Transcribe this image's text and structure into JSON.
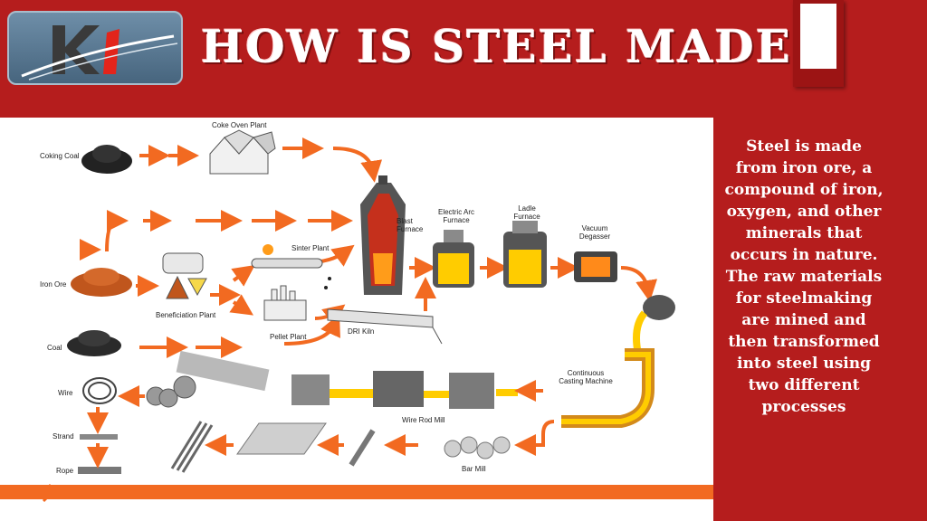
{
  "header": {
    "title": "HOW IS STEEL MADE"
  },
  "logo": {
    "text": "KI"
  },
  "description": "Steel is made from iron ore, a compound of iron, oxygen, and other minerals that occurs in nature. The raw materials for steelmaking are mined and then transformed into steel using two different processes",
  "diagram": {
    "labels": {
      "coking_coal": "Coking Coal",
      "coke_oven": "Coke Oven Plant",
      "iron_ore": "Iron Ore",
      "coal": "Coal",
      "beneficiation": "Beneficiation Plant",
      "sinter": "Sinter Plant",
      "pellet": "Pellet Plant",
      "dri_kiln": "DRI Kiln",
      "blast_furnace": "Blast Furnace",
      "electric_arc": "Electric Arc Furnace",
      "ladle": "Ladle Furnace",
      "vacuum": "Vacuum Degasser",
      "continuous_casting": "Continuous Casting Machine",
      "wire_rod_mill": "Wire Rod Mill",
      "bar_mill": "Bar Mill",
      "wire": "Wire",
      "strand": "Strand",
      "rope": "Rope"
    }
  },
  "colors": {
    "background": "#b51d1d",
    "arrow": "#f26a21",
    "molten": "#ffcc00"
  }
}
